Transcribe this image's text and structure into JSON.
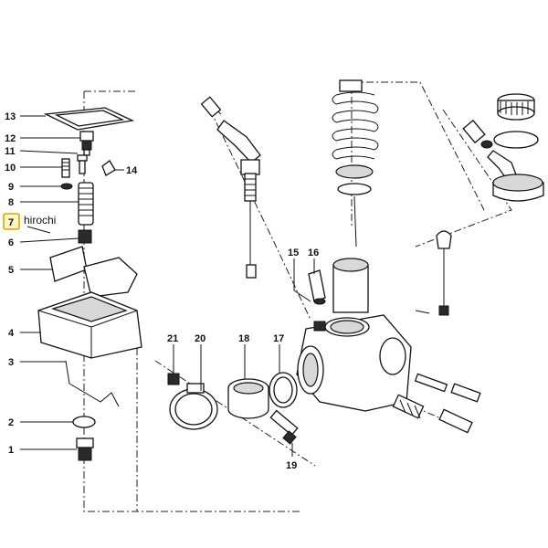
{
  "diagram": {
    "labels": [
      {
        "id": "1",
        "text": "1"
      },
      {
        "id": "2",
        "text": "2"
      },
      {
        "id": "3",
        "text": "3"
      },
      {
        "id": "4",
        "text": "4"
      },
      {
        "id": "5",
        "text": "5"
      },
      {
        "id": "6",
        "text": "6"
      },
      {
        "id": "7",
        "text": "7"
      },
      {
        "id": "8",
        "text": "8"
      },
      {
        "id": "9",
        "text": "9"
      },
      {
        "id": "10",
        "text": "10"
      },
      {
        "id": "11",
        "text": "11"
      },
      {
        "id": "12",
        "text": "12"
      },
      {
        "id": "13",
        "text": "13"
      },
      {
        "id": "14",
        "text": "14"
      },
      {
        "id": "15",
        "text": "15"
      },
      {
        "id": "16",
        "text": "16"
      },
      {
        "id": "17",
        "text": "17"
      },
      {
        "id": "18",
        "text": "18"
      },
      {
        "id": "19",
        "text": "19"
      },
      {
        "id": "20",
        "text": "20"
      },
      {
        "id": "21",
        "text": "21"
      }
    ],
    "watermark": "hirochi",
    "highlight_color": "#f2c200"
  }
}
